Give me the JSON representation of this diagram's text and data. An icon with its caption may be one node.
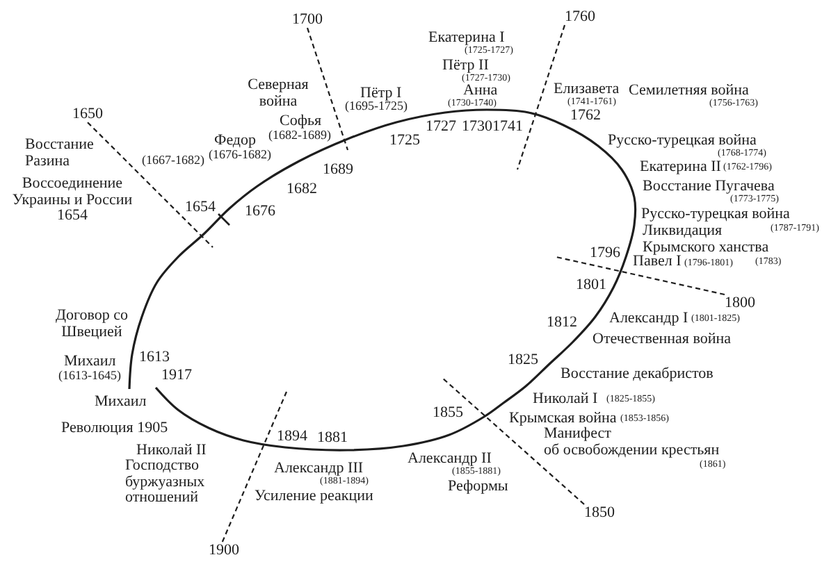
{
  "diagram": {
    "nodes": [
      {
        "text": [
          "1700"
        ]
      },
      {
        "text": [
          "1760"
        ]
      },
      {
        "text": [
          "1650"
        ]
      },
      {
        "text": [
          "1800"
        ]
      },
      {
        "text": [
          "1850"
        ]
      },
      {
        "text": [
          "1900"
        ]
      }
    ],
    "edges": [
      {
        "from": 0,
        "to": null,
        "arrow": "none",
        "style": "dashed"
      },
      {
        "from": 1,
        "to": null,
        "arrow": "none",
        "style": "dashed"
      },
      {
        "from": 2,
        "to": null,
        "arrow": "none",
        "style": "dashed"
      },
      {
        "from": 3,
        "to": null,
        "arrow": "none",
        "style": "dashed"
      },
      {
        "from": 4,
        "to": null,
        "arrow": "none",
        "style": "dashed"
      },
      {
        "from": 5,
        "to": null,
        "arrow": "none",
        "style": "dashed"
      }
    ],
    "labels": [
      "Екатерина I",
      "(1725-1727)",
      "Пётр II",
      "(1727-1730)",
      "Северная война",
      "Елизавета",
      "Анна",
      "Семилетняя война",
      "Пётр I",
      "(1741-1761)",
      "(1730-1740)",
      "(1756-1763)",
      "(1695-1725)",
      "1762",
      "Софья",
      "1727",
      "1730",
      "1741",
      "1725",
      "Федор",
      "(1682-1689)",
      "Русско-турецкая война",
      "Восстание Разина",
      "(1676-1682)",
      "(1768-1774)",
      "(1667-1682)",
      "Екатерина II",
      "1689",
      "(1762-1796)",
      "Воссоединение Украины и России 1654",
      "1682",
      "Восстание Пугачева",
      "(1773-1775)",
      "1654",
      "1676",
      "Русско-турецкая война",
      "(1787-1791)",
      "Ликвидация Крымского ханства",
      "1796",
      "Павел I",
      "(1783)",
      "(1796-1801)",
      "1801",
      "Александр I",
      "Договор со Швецией",
      "(1801-1825)",
      "1812",
      "Отечественная война",
      "1613",
      "Михаил",
      "1825",
      "Восстание декабристов",
      "1917",
      "(1613-1645)",
      "Николай I",
      "Михаил",
      "(1825-1855)",
      "1855",
      "Крымская война",
      "(1853-1856)",
      "Революция 1905",
      "Манифест об освобождении крестьян",
      "1894",
      "1881",
      "Николай II",
      "Александр II",
      "(1861)",
      "Господство буржуазных отношений",
      "Александр III",
      "(1855-1881)",
      "(1881-1894)",
      "Реформы",
      "Усиление реакции"
    ]
  }
}
